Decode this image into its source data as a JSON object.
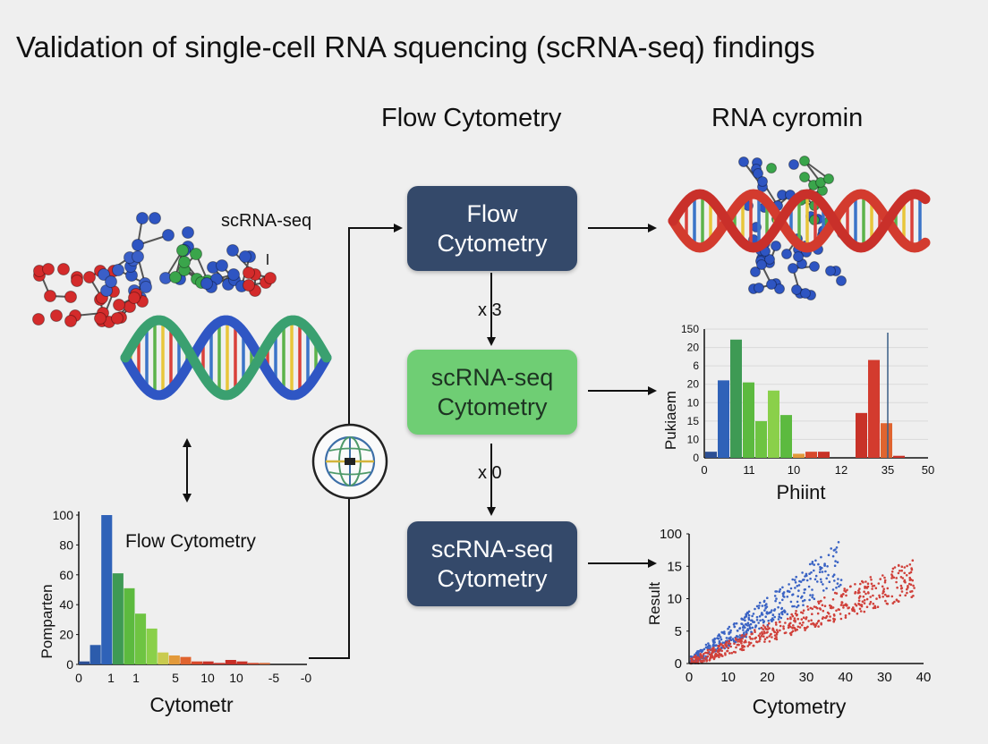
{
  "title": "Validation of single-cell RNA squencing (scRNA-seq) findings",
  "headings": {
    "flow": "Flow Cytometry",
    "rna": "RNA cyromin"
  },
  "boxes": {
    "flow": {
      "line1": "Flow",
      "line2": "Cytometry",
      "color": "#34496a"
    },
    "scrna_green": {
      "line1": "scRNA-seq",
      "line2": "Cytometry",
      "color": "#6fce74"
    },
    "scrna_dark": {
      "line1": "scRNA-seq",
      "line2": "Cytometry",
      "color": "#34496a"
    }
  },
  "arrow_labels": {
    "first": "x 3",
    "second": "x 0"
  },
  "molecule_label": "scRNA-seq",
  "icons": {
    "globe": "globe-icon"
  },
  "chart_data": [
    {
      "type": "bar",
      "title": "Flow Cytometry",
      "ylabel": "Pomparten",
      "xlabel": "Cytometr",
      "xticks": [
        "0",
        "1",
        "1",
        "5",
        "10",
        "10",
        "-5",
        "-0"
      ],
      "yticks": [
        "0",
        "20",
        "40",
        "60",
        "80",
        "100"
      ],
      "ylim": [
        0,
        100
      ],
      "values": [
        2,
        13,
        100,
        61,
        51,
        34,
        24,
        8,
        6,
        5,
        2,
        2,
        1,
        3,
        2,
        1,
        1
      ],
      "colors": [
        "#2c4f94",
        "#2c5cac",
        "#2f62b8",
        "#3e9a54",
        "#5cba3f",
        "#6ec442",
        "#8ad04a",
        "#c9cb4f",
        "#e39a3a",
        "#e0642f",
        "#d8492c",
        "#c83228",
        "#c8372b",
        "#c82e26",
        "#c83228",
        "#d04a30",
        "#d36a3a"
      ]
    },
    {
      "type": "bar",
      "ylabel": "Pukiaem",
      "xlabel": "Phiint",
      "xticks": [
        "0",
        "1",
        "1",
        "10",
        "12",
        "35",
        "50"
      ],
      "yticks": [
        "0",
        "10",
        "15",
        "10",
        "20",
        "6",
        "20",
        "150"
      ],
      "values": [
        3,
        38,
        58,
        37,
        18,
        33,
        21,
        2,
        3,
        3,
        22,
        48,
        17,
        1
      ],
      "colors": [
        "#2c4f94",
        "#2f62b8",
        "#3e9a54",
        "#5cba3f",
        "#6ec442",
        "#8ad04a",
        "#5cba3f",
        "#e39a3a",
        "#d8492c",
        "#c83228",
        "#c83228",
        "#d33b2e",
        "#e0642f",
        "#c83228"
      ]
    },
    {
      "type": "scatter",
      "ylabel": "Result",
      "xlabel": "Cytometry",
      "xticks": [
        "0",
        "10",
        "20",
        "30",
        "40",
        "30",
        "40"
      ],
      "yticks": [
        "0",
        "5",
        "10",
        "15",
        "100"
      ],
      "series": [
        {
          "color": "#3a63c4"
        },
        {
          "color": "#d0403a"
        }
      ]
    }
  ]
}
